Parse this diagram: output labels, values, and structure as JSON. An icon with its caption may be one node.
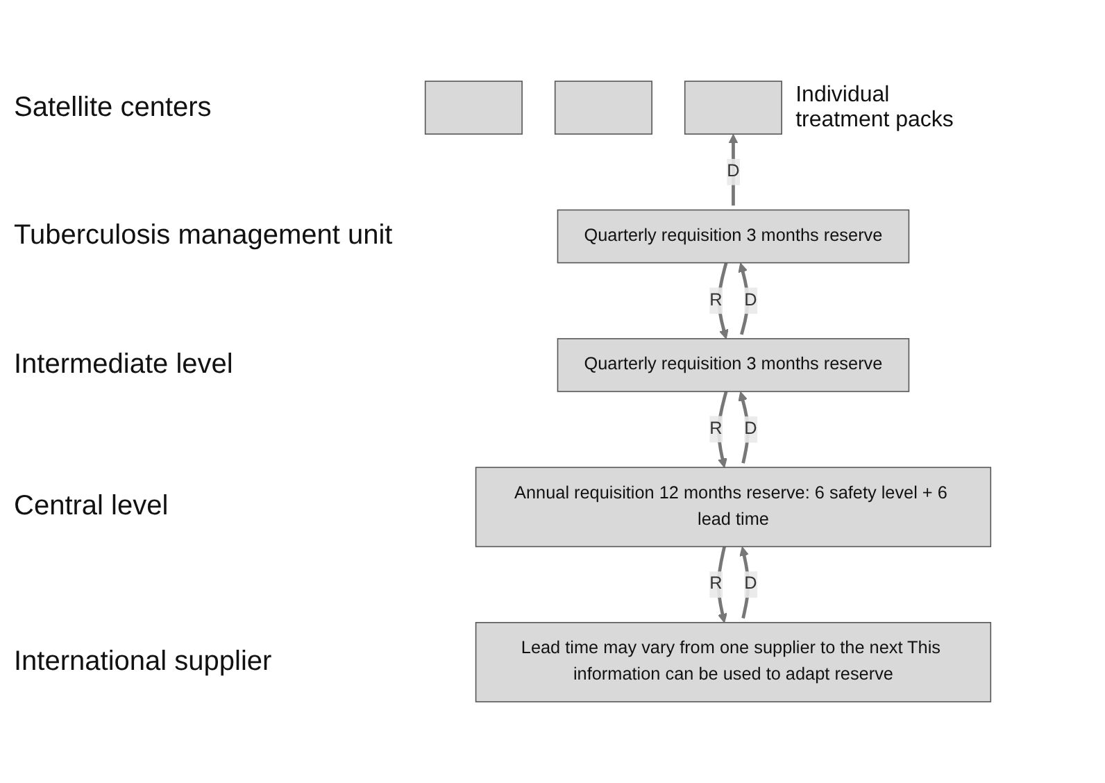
{
  "diagram": {
    "nodes": [
      {
        "text": [],
        "shape": "box"
      },
      {
        "text": [],
        "shape": "box"
      },
      {
        "text": [],
        "shape": "box",
        "beside": [
          "Individual treatment packs"
        ]
      },
      {
        "text": [
          "Quarterly requisition 3 months reserve"
        ]
      },
      {
        "text": [
          "Quarterly requisition 3 months reserve"
        ]
      },
      {
        "text": [
          "Annual requisition 12 months reserve: 6 safety level + 6 lead time"
        ]
      },
      {
        "text": [
          "Lead time may vary from one supplier to the next This information can be used to adapt reserve"
        ]
      }
    ],
    "edges": [
      {
        "from": 3,
        "to": 2,
        "arrow": "to",
        "label": "D"
      },
      {
        "from": 3,
        "to": 4,
        "arrow": "to",
        "label": "R"
      },
      {
        "from": 4,
        "to": 3,
        "arrow": "to",
        "label": "D"
      },
      {
        "from": 4,
        "to": 5,
        "arrow": "to",
        "label": "R"
      },
      {
        "from": 5,
        "to": 4,
        "arrow": "to",
        "label": "D"
      },
      {
        "from": 5,
        "to": 6,
        "arrow": "to",
        "label": "R"
      },
      {
        "from": 6,
        "to": 5,
        "arrow": "to",
        "label": "D"
      }
    ],
    "labels": [
      "Satellite centers",
      "Tuberculosis management unit",
      "Intermediate level",
      "Central level",
      "International supplier"
    ]
  }
}
